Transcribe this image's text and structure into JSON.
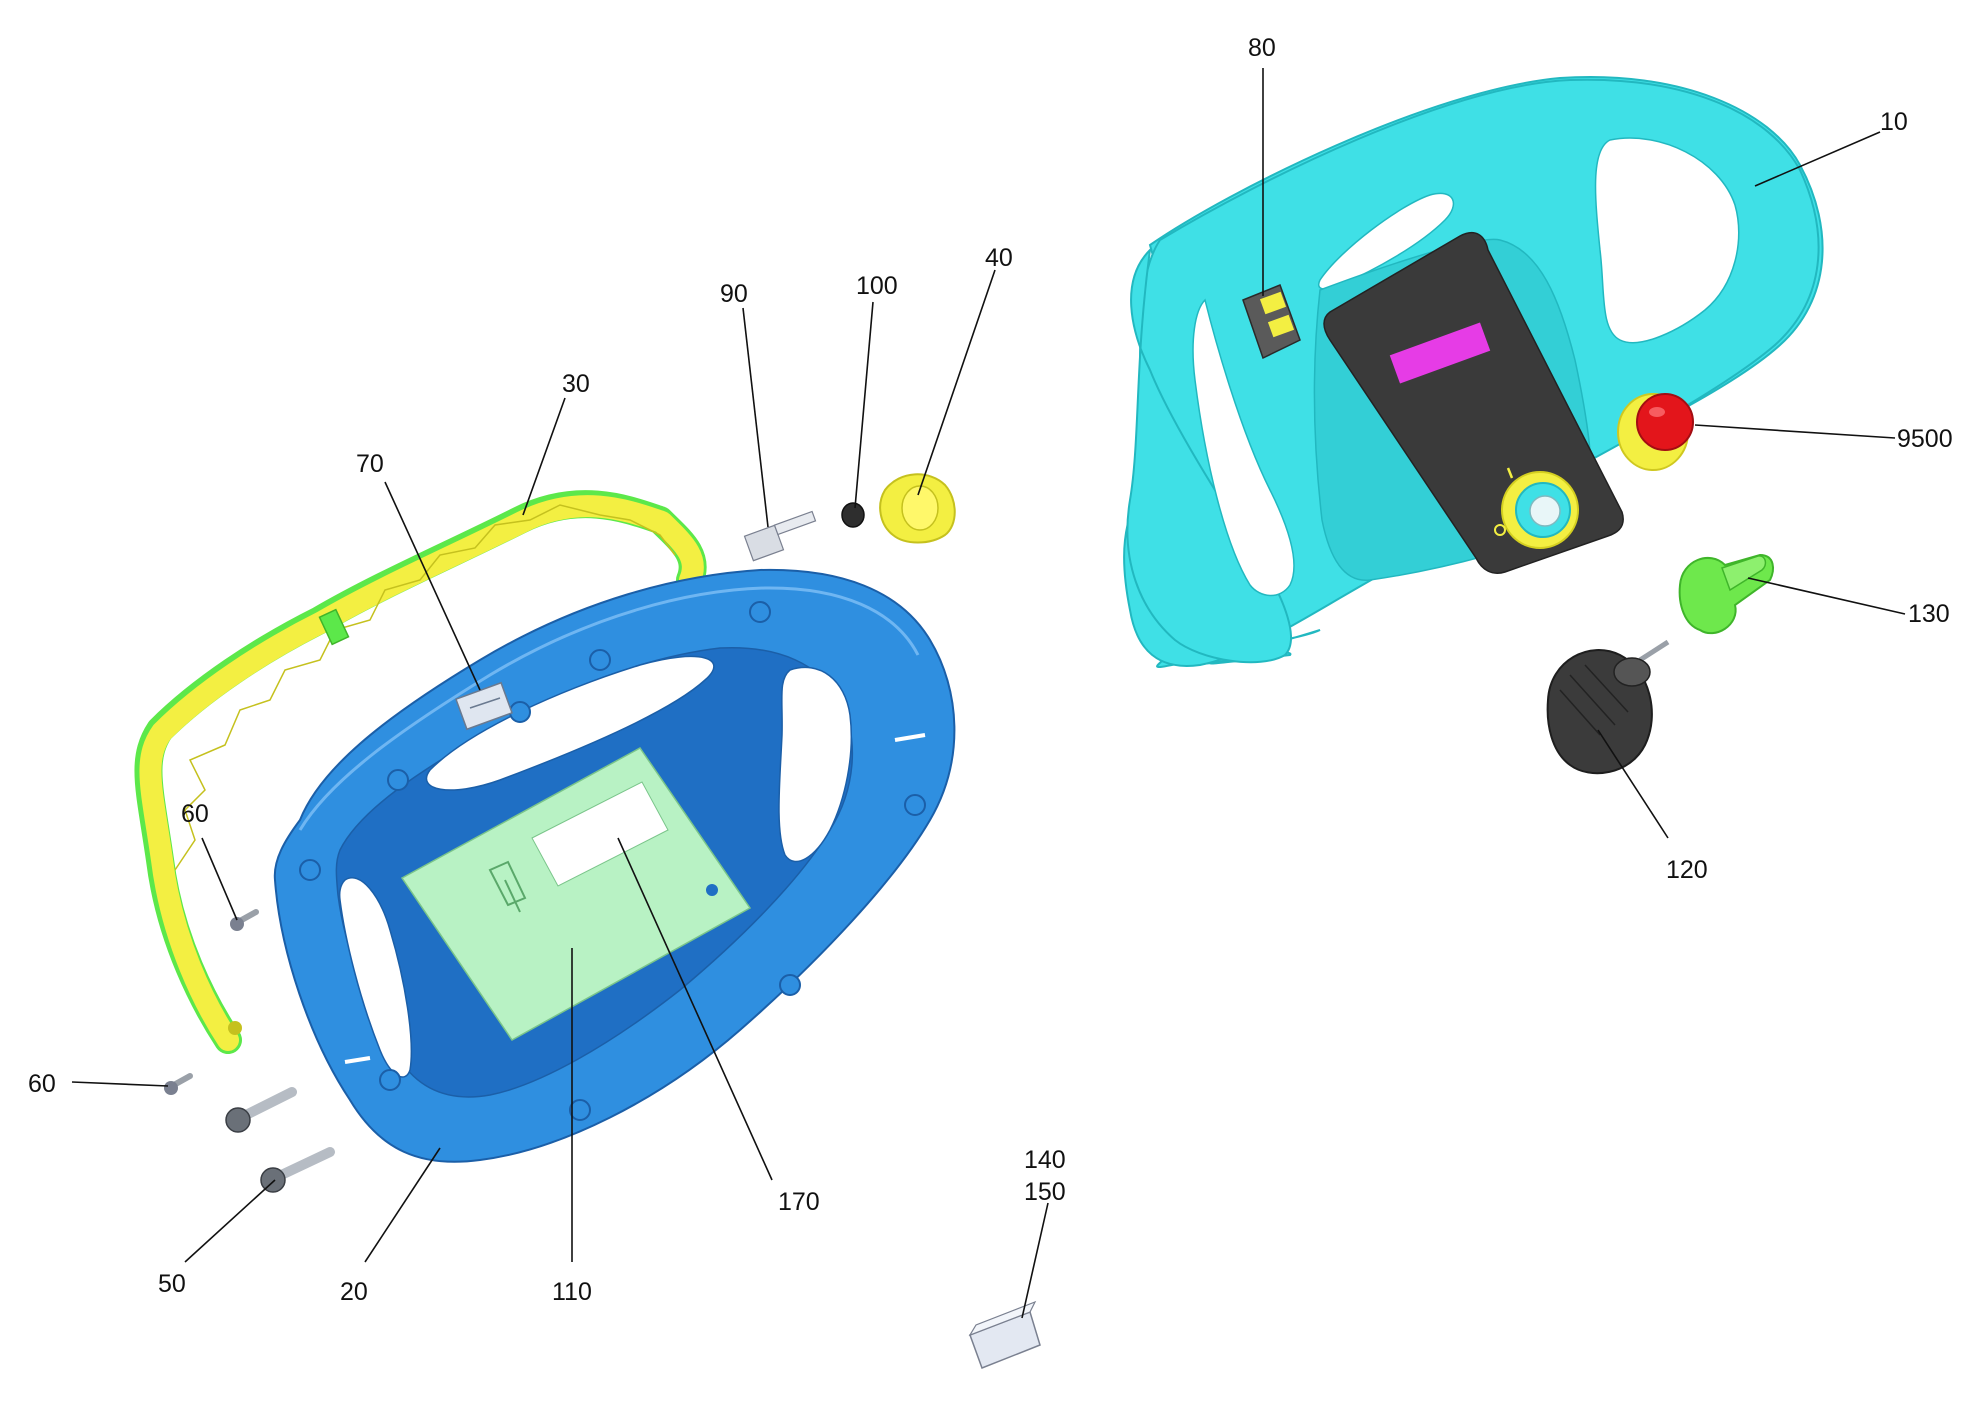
{
  "colors": {
    "handle_cyan": "#3fe0e6",
    "housing_blue": "#2f8fe0",
    "frame_yellow": "#f3ef42",
    "frame_green": "#5ce84a",
    "board_green": "#b8f2c4",
    "panel_dark": "#3a3a3a",
    "display_magenta": "#e63ce6",
    "estop_red": "#e3151b",
    "knob_green": "#6ee84c",
    "knob_dark": "#3b3b3b",
    "hardware_grey": "#9aa0a8"
  },
  "labels": {
    "p10": "10",
    "p20": "20",
    "p30": "30",
    "p40": "40",
    "p50": "50",
    "p60a": "60",
    "p60b": "60",
    "p70": "70",
    "p80": "80",
    "p90": "90",
    "p100": "100",
    "p110": "110",
    "p120": "120",
    "p130": "130",
    "p140": "140",
    "p150": "150",
    "p170": "170",
    "p9500": "9500"
  }
}
